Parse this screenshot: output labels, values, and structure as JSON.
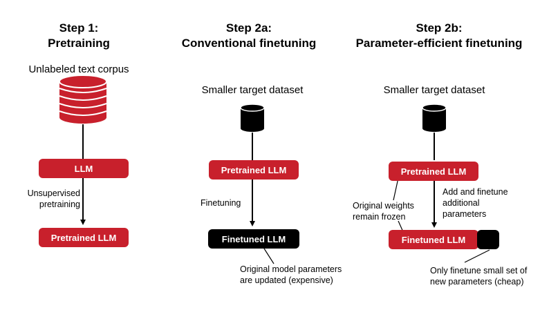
{
  "col1": {
    "step": "Step 1:",
    "title": "Pretraining",
    "corpus_label": "Unlabeled text corpus",
    "llm_box": "LLM",
    "arrow_label_1": "Unsupervised",
    "arrow_label_2": "pretraining",
    "output_box": "Pretrained LLM"
  },
  "col2": {
    "step": "Step 2a:",
    "title": "Conventional finetuning",
    "dataset_label": "Smaller target dataset",
    "input_box": "Pretrained LLM",
    "arrow_label": "Finetuning",
    "output_box": "Finetuned LLM",
    "note_1": "Original model parameters",
    "note_2": "are updated (expensive)"
  },
  "col3": {
    "step": "Step 2b:",
    "title": "Parameter-efficient finetuning",
    "dataset_label": "Smaller target dataset",
    "input_box": "Pretrained LLM",
    "arrow_label_1": "Add and finetune",
    "arrow_label_2": "additional",
    "arrow_label_3": "parameters",
    "frozen_1": "Original weights",
    "frozen_2": "remain frozen",
    "output_box": "Finetuned LLM",
    "note_1": "Only finetune small set of",
    "note_2": "new parameters (cheap)"
  },
  "colors": {
    "accent_red": "#c8202c",
    "black": "#000000"
  }
}
